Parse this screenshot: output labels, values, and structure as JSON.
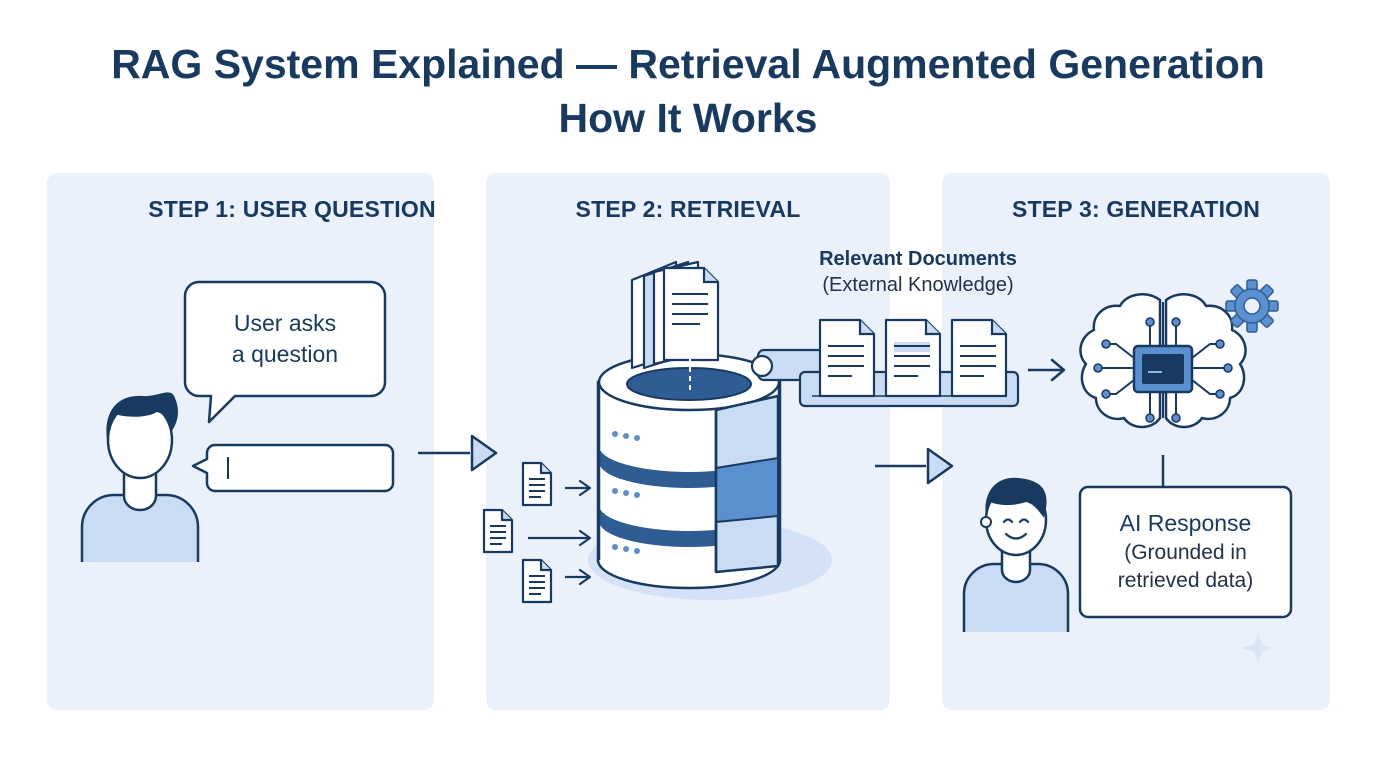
{
  "title": {
    "line1": "RAG System Explained — Retrieval Augmented Generation",
    "line2": "How It Works"
  },
  "steps": [
    {
      "title": "STEP 1: USER QUESTION"
    },
    {
      "title": "STEP 2: RETRIEVAL"
    },
    {
      "title": "STEP 3: GENERATION"
    }
  ],
  "step1": {
    "bubble_line1": "User asks",
    "bubble_line2": "a question"
  },
  "step2": {
    "docs_title": "Relevant Documents",
    "docs_subtitle": "(External Knowledge)"
  },
  "step3": {
    "response_title": "AI Response",
    "response_line2": "(Grounded in",
    "response_line3": "retrieved data)"
  },
  "colors": {
    "navy": "#183a61",
    "panel_bg": "#eaf1fb",
    "mid_blue": "#5a8fd0",
    "light_blue": "#c9dcf3"
  },
  "icons": [
    "user-icon",
    "speech-bubble-icon",
    "document-icon",
    "database-icon",
    "brain-chip-icon",
    "gear-icon",
    "arrow-icon"
  ]
}
